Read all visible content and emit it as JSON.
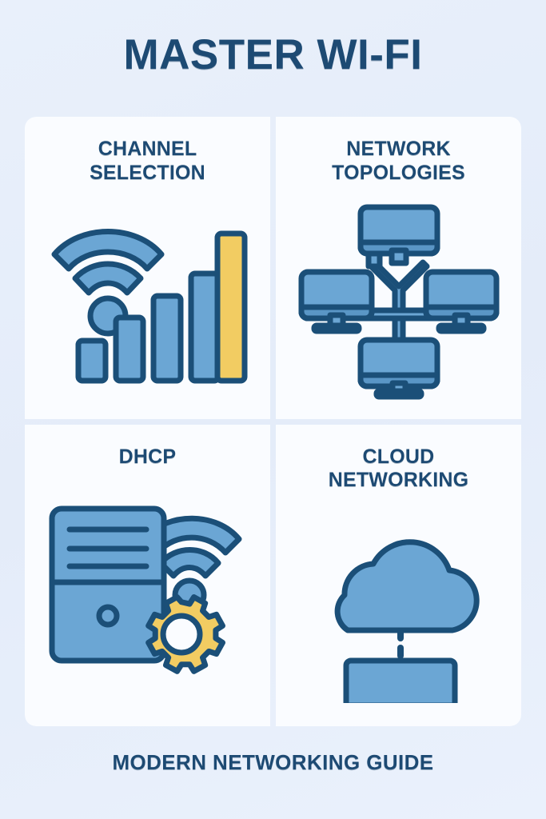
{
  "poster": {
    "title": "MASTER WI-FI",
    "footer": "MODERN NETWORKING GUIDE"
  },
  "colors": {
    "background": "#e9f0fb",
    "card_background": "#fafcff",
    "text_navy": "#1d4a73",
    "icon_stroke": "#1b4f78",
    "icon_fill_blue": "#6ba6d4",
    "icon_fill_blue_dark": "#5a96c6",
    "icon_fill_yellow": "#f2cc62"
  },
  "cards": [
    {
      "id": "channel-selection",
      "title_lines": [
        "CHANNEL",
        "SELECTION"
      ],
      "icon": "wifi-signal-bars-icon",
      "bars": [
        {
          "height_ratio": 0.26,
          "color": "blue"
        },
        {
          "height_ratio": 0.45,
          "color": "blue"
        },
        {
          "height_ratio": 0.63,
          "color": "blue"
        },
        {
          "height_ratio": 0.81,
          "color": "blue"
        },
        {
          "height_ratio": 1.0,
          "color": "yellow"
        }
      ],
      "wifi_arcs": 2,
      "wifi_dot": true
    },
    {
      "id": "network-topologies",
      "title_lines": [
        "NETWORK",
        "TOPOLOGIES"
      ],
      "icon": "network-topology-icon",
      "nodes": [
        "top-monitor",
        "left-monitor",
        "right-monitor",
        "bottom-monitor"
      ],
      "node_count": 4
    },
    {
      "id": "dhcp",
      "title_lines": [
        "DHCP"
      ],
      "icon": "dhcp-server-icon",
      "server_lines": 3,
      "has_wifi_arcs": true,
      "has_gear": true
    },
    {
      "id": "cloud-networking",
      "title_lines": [
        "CLOUD",
        "NETWORKING"
      ],
      "icon": "cloud-networking-icon",
      "has_cloud": true,
      "has_monitor": true,
      "connector": "dotted"
    }
  ]
}
